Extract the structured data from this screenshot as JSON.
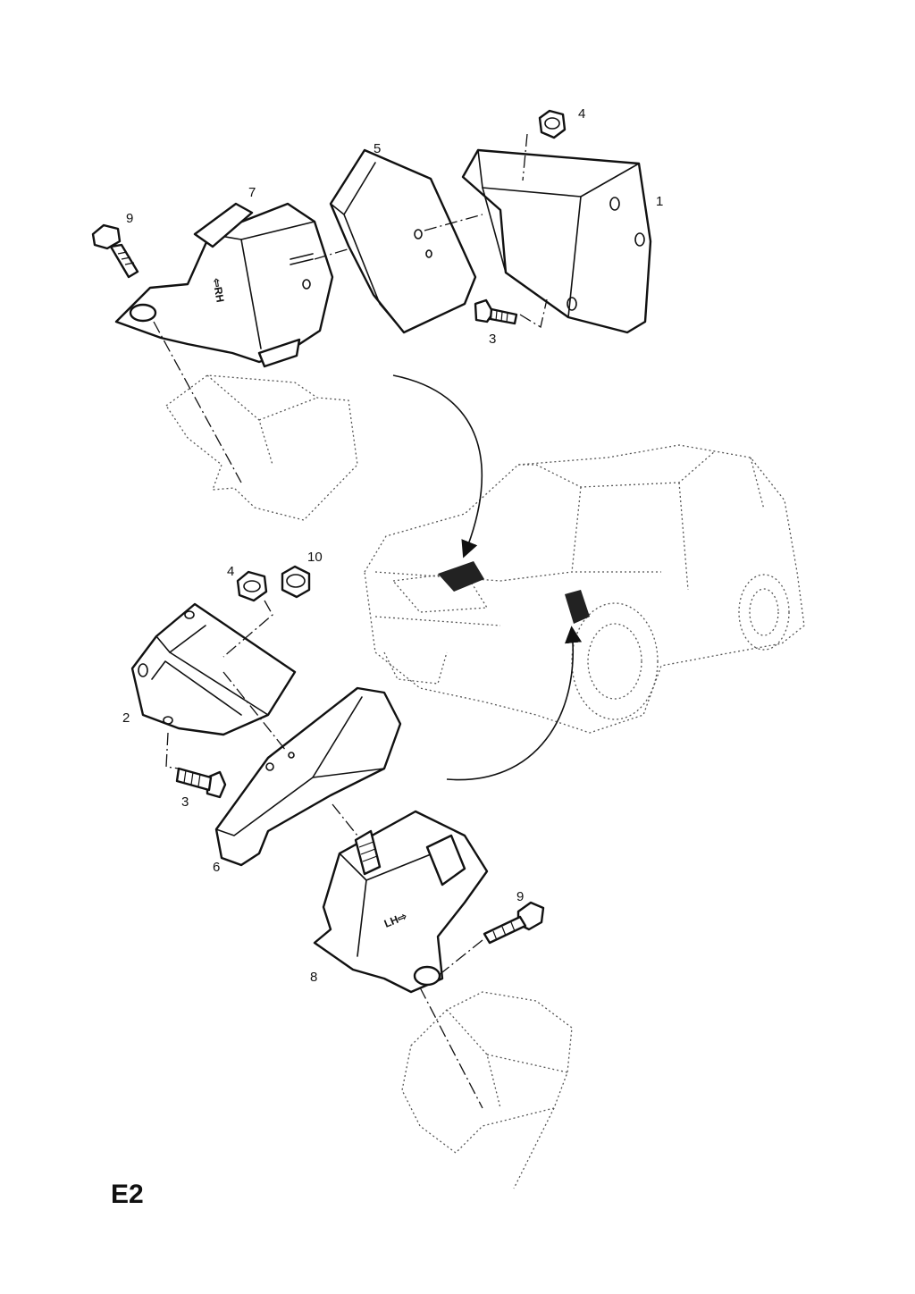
{
  "page_label": "E2",
  "callouts": [
    "1",
    "2",
    "3",
    "3",
    "4",
    "4",
    "5",
    "6",
    "7",
    "8",
    "9",
    "9",
    "10"
  ],
  "stamps": {
    "rh": "⇦RH",
    "lh": "LH⇨"
  },
  "colors": {
    "line": "#111111",
    "ghost": "#555555",
    "background": "#ffffff"
  }
}
